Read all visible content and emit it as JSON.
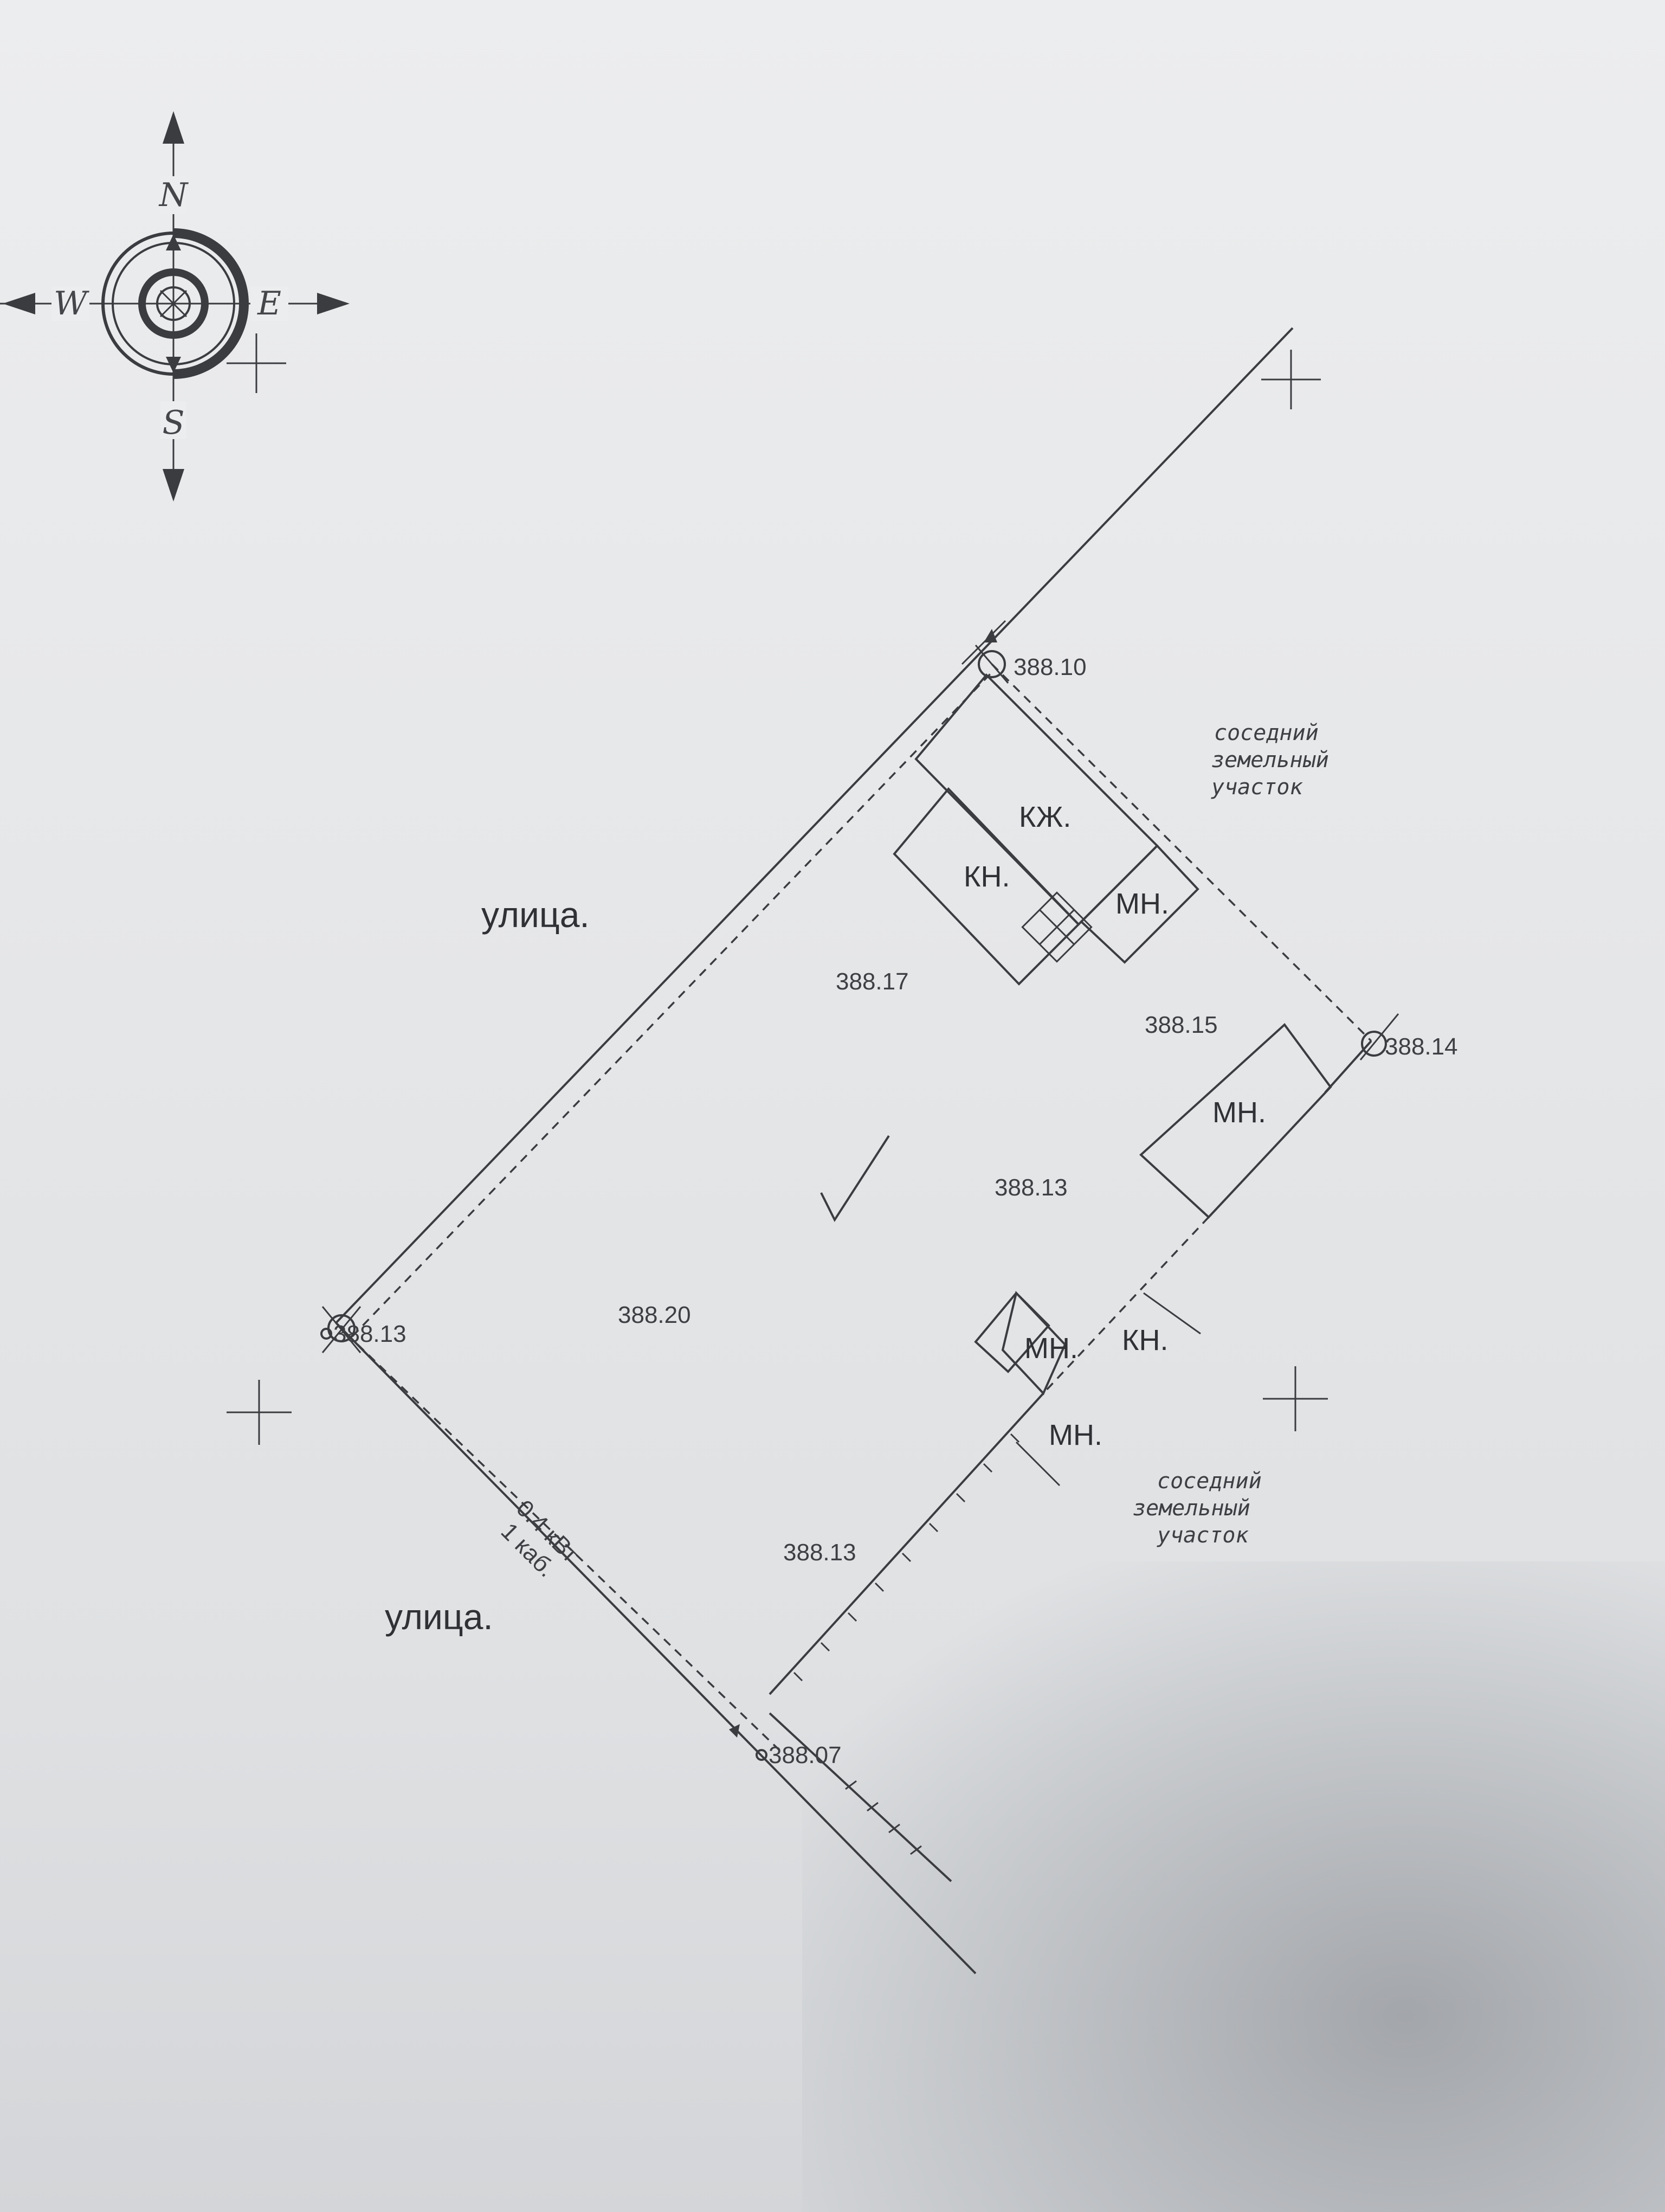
{
  "compass": {
    "north": "N",
    "south": "S",
    "west": "W",
    "east": "E"
  },
  "streets": {
    "upper": "улица.",
    "lower": "улица."
  },
  "neighbors": {
    "upper": [
      "соседний",
      "земельный",
      "участок"
    ],
    "lower": [
      "соседний",
      "земельный",
      "участок"
    ]
  },
  "elevations": {
    "top_corner": "388.10",
    "right_corner": "388.14",
    "left_corner": "388.13",
    "bottom_corner": "388.07",
    "p1": "388.17",
    "p2": "388.15",
    "p3": "388.13",
    "p4": "388.20",
    "p5": "388.13"
  },
  "buildings": {
    "kzh": "КЖ.",
    "kn_upper": "КН.",
    "mn_upper": "МН.",
    "mn_right": "МН.",
    "mn_small": "МН.",
    "kn_lower": "КН.",
    "mn_lower": "МН."
  },
  "cable": {
    "line1": "0.4 кВт",
    "line2": "1 каб."
  }
}
